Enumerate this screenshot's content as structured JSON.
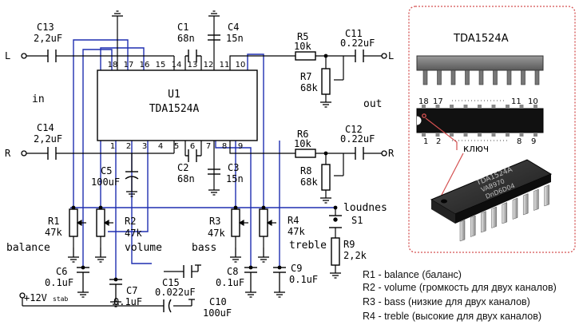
{
  "chip": {
    "ref": "U1",
    "part": "TDA1524A",
    "pins_top": [
      "18",
      "17",
      "16",
      "15",
      "14",
      "13",
      "12",
      "11",
      "10"
    ],
    "pins_bottom": [
      "1",
      "2",
      "3",
      "4",
      "5",
      "6",
      "7",
      "8",
      "9"
    ]
  },
  "capacitors": {
    "c13": {
      "ref": "C13",
      "value": "2,2uF"
    },
    "c14": {
      "ref": "C14",
      "value": "2,2uF"
    },
    "c1": {
      "ref": "C1",
      "value": "68n"
    },
    "c4": {
      "ref": "C4",
      "value": "15n"
    },
    "c11": {
      "ref": "C11",
      "value": "0.22uF"
    },
    "c12": {
      "ref": "C12",
      "value": "0.22uF"
    },
    "c5": {
      "ref": "C5",
      "value": "100uF"
    },
    "c2": {
      "ref": "C2",
      "value": "68n"
    },
    "c3": {
      "ref": "C3",
      "value": "15n"
    },
    "c6": {
      "ref": "C6",
      "value": "0.1uF"
    },
    "c7": {
      "ref": "C7",
      "value": "0.1uF"
    },
    "c15": {
      "ref": "C15",
      "value": "0.022uF"
    },
    "c8": {
      "ref": "C8",
      "value": "0.1uF"
    },
    "c9": {
      "ref": "C9",
      "value": "0.1uF"
    },
    "c10": {
      "ref": "C10",
      "value": "100uF"
    }
  },
  "resistors": {
    "r5": {
      "ref": "R5",
      "value": "10k"
    },
    "r6": {
      "ref": "R6",
      "value": "10k"
    },
    "r7": {
      "ref": "R7",
      "value": "68k"
    },
    "r8": {
      "ref": "R8",
      "value": "68k"
    },
    "r9": {
      "ref": "R9",
      "value": "2,2k"
    },
    "r1": {
      "ref": "R1",
      "value": "47k",
      "name": "balance"
    },
    "r2": {
      "ref": "R2",
      "value": "47k",
      "name": "volume"
    },
    "r3": {
      "ref": "R3",
      "value": "47k",
      "name": "bass"
    },
    "r4": {
      "ref": "R4",
      "value": "47k",
      "name": "treble"
    }
  },
  "terminals": {
    "in_left": "L",
    "in_right": "R",
    "out_left": "L",
    "out_right": "R",
    "in_label": "in",
    "out_label": "out",
    "supply": "+12V",
    "supply_sub": "stab"
  },
  "switch": {
    "ref": "S1",
    "label": "loudnes"
  },
  "package": {
    "title": "TDA1524A",
    "pins_top": [
      "18",
      "17",
      "11",
      "10"
    ],
    "pins_bottom": [
      "1",
      "2",
      "8",
      "9"
    ],
    "key_label": "ключ",
    "marking": [
      "TDA1524A",
      "VAB970",
      "DnD6D04"
    ]
  },
  "legend": [
    "R1 - balance (баланс)",
    "R2 - volume (громкость для двух каналов)",
    "R3 - bass (низкие для двух каналов)",
    "R4 - treble (высокие для двух каналов)"
  ],
  "colors": {
    "wire": "#000000",
    "blue_wire": "#1f2fb0",
    "border": "#d45050"
  }
}
